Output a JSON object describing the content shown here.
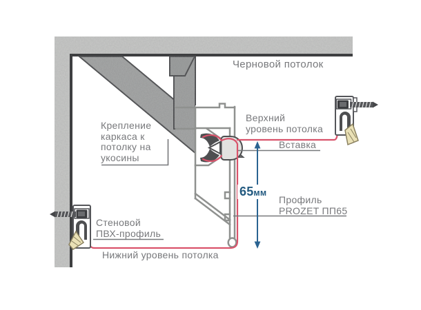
{
  "diagram": {
    "type": "stretch-ceiling profile installation scheme",
    "labels": {
      "rough_ceiling": "Черновой потолок",
      "frame_mount": "Крепление\nкаркаса к\nпотолку на\nукосины",
      "upper_level": "Верхний\nуровень потолка",
      "insert": "Вставка",
      "profile": "Профиль\nPROZET ПП65",
      "wall_profile": "Стеновой\nПВХ-профиль",
      "lower_level": "Нижний уровень потолка"
    },
    "dimension": {
      "value": "65",
      "unit": "мм"
    },
    "colors": {
      "membrane_red": "#d9536b",
      "dimension_blue": "#2a6391",
      "dimension_text_blue": "#235a80",
      "label_gray": "#77787b",
      "concrete_light": "#c7c8c6",
      "concrete_dark_edge": "#3e3f41",
      "metal_gray": "#a8aaa9",
      "profile_stroke": "#8f918f",
      "wedge_tan": "#eae1b6"
    }
  }
}
